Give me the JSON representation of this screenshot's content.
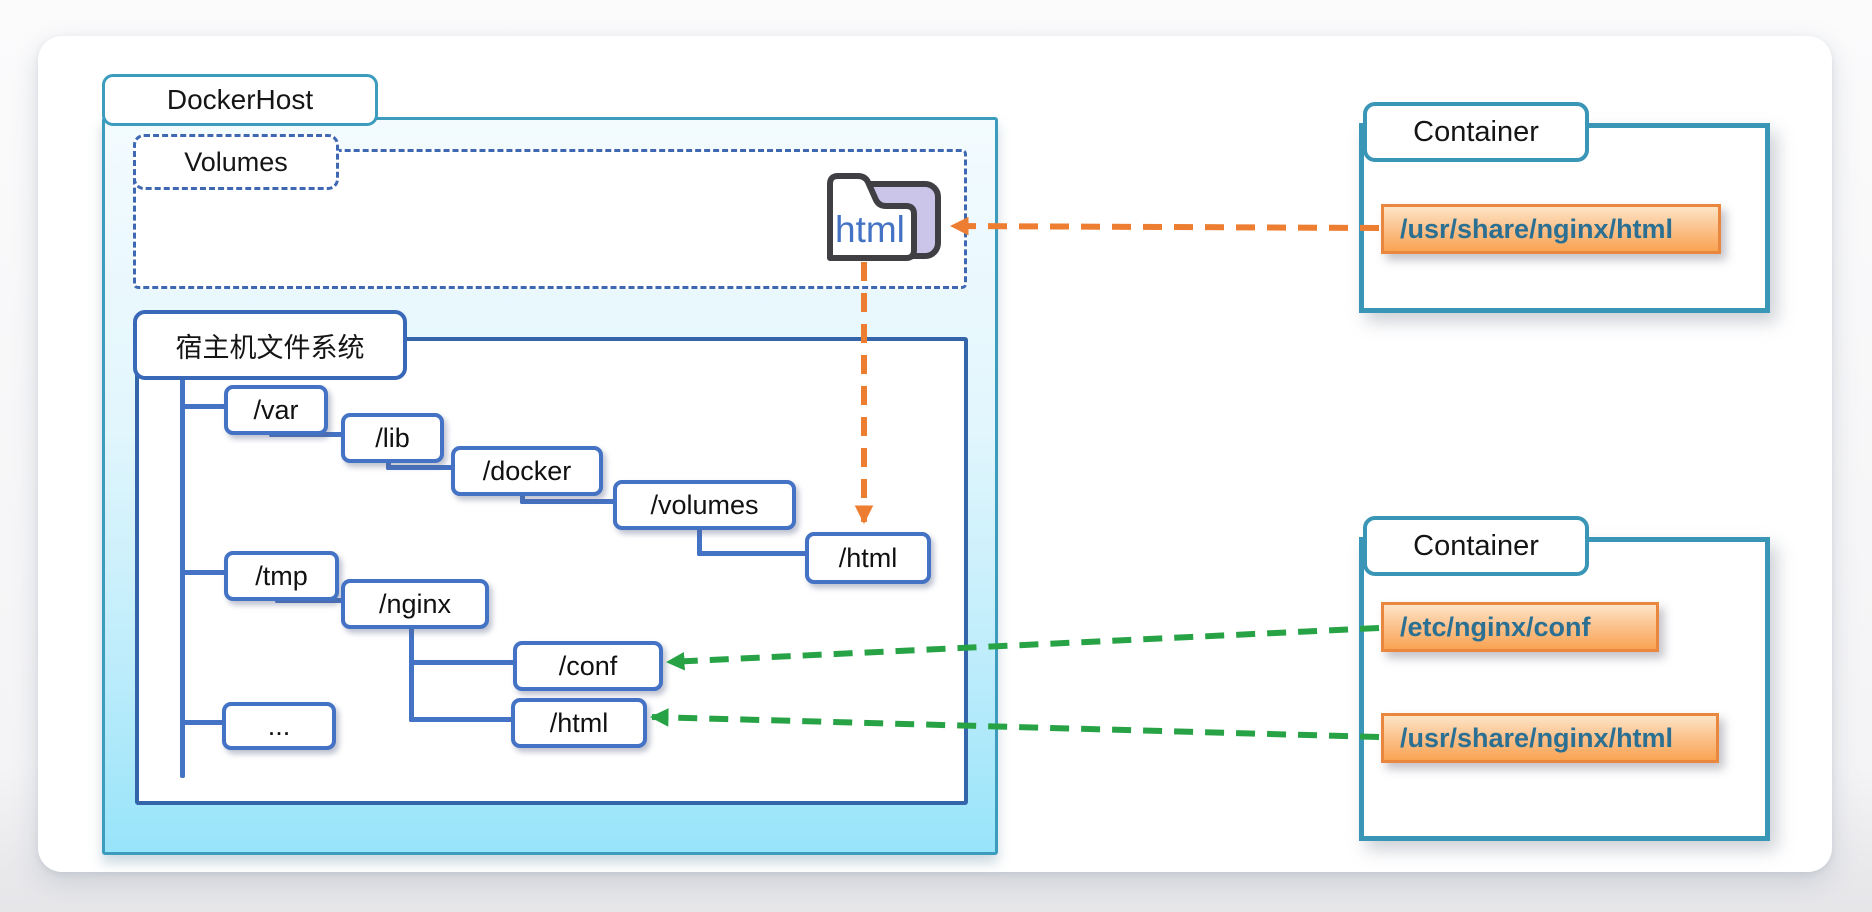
{
  "docker_host": {
    "label": "DockerHost",
    "volumes_panel": {
      "label": "Volumes",
      "folder_label": "html"
    },
    "host_fs_panel": {
      "label": "宿主机文件系统",
      "nodes": {
        "var": "/var",
        "lib": "/lib",
        "docker": "/docker",
        "volumes": "/volumes",
        "html_under_volumes": "/html",
        "tmp": "/tmp",
        "nginx": "/nginx",
        "conf": "/conf",
        "html_under_nginx": "/html",
        "more": "..."
      }
    }
  },
  "containers": {
    "top": {
      "label": "Container",
      "mount_html": "/usr/share/nginx/html"
    },
    "bottom": {
      "label": "Container",
      "mount_conf": "/etc/nginx/conf",
      "mount_html": "/usr/share/nginx/html"
    }
  },
  "connections": [
    {
      "from": "containers.top.mount_html",
      "to": "volume folder html",
      "style": "dashed",
      "color": "#ED7D31"
    },
    {
      "from": "volume folder html",
      "to": "/var/lib/docker/volumes/html",
      "style": "dashed",
      "color": "#ED7D31"
    },
    {
      "from": "containers.bottom.mount_conf",
      "to": "/tmp/nginx/conf",
      "style": "dashed",
      "color": "#27A346"
    },
    {
      "from": "containers.bottom.mount_html",
      "to": "/tmp/nginx/html",
      "style": "dashed",
      "color": "#27A346"
    }
  ],
  "colors": {
    "teal_border": "#3A96B6",
    "node_blue": "#4472C4",
    "panel_blue": "#3465AB",
    "dashed_blue": "#3E68B1",
    "cyan_fill_top": "#F3FBFE",
    "cyan_fill_bottom": "#98E4FA",
    "orange_accent": "#ED7D31",
    "green_accent": "#27A346",
    "mount_text": "#2B7092",
    "mount_border": "#EA873E",
    "folder_back": "#CBC5E9"
  }
}
